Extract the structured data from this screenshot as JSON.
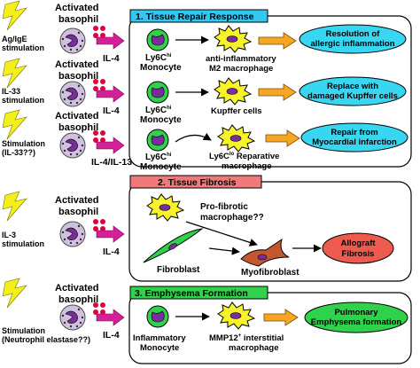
{
  "sections": [
    {
      "header": "1. Tissue Repair Response",
      "header_color": "#33c8f0",
      "rows": [
        {
          "stimulation": [
            "Ag/IgE",
            "stimulation"
          ],
          "basophil": [
            "Activated",
            "basophil"
          ],
          "cytokine": "IL-4",
          "monocyte": [
            "Ly6C",
            "hi",
            "Monocyte"
          ],
          "macrophage": [
            "anti-inflammatory",
            "M2 macrophage"
          ],
          "outcome": [
            "Resolution of",
            "allergic inflammation"
          ]
        },
        {
          "stimulation": [
            "IL-33",
            "stimulation"
          ],
          "basophil": [
            "Activated",
            "basophil"
          ],
          "cytokine": "IL-4",
          "monocyte": [
            "Ly6C",
            "hi",
            "Monocyte"
          ],
          "macrophage": [
            "Kupffer cells"
          ],
          "outcome": [
            "Replace with",
            "damaged Kupffer cells"
          ]
        },
        {
          "stimulation": [
            "Stimulation",
            "(IL-33??)"
          ],
          "basophil": [
            "Activated",
            "basophil"
          ],
          "cytokine": "IL-4/IL-13",
          "monocyte": [
            "Ly6C",
            "hi",
            "Monocyte"
          ],
          "macrophage": [
            "Ly6C",
            "lo",
            " Reparative",
            "macrophage"
          ],
          "outcome": [
            "Repair from",
            "Myocardial infarction"
          ]
        }
      ]
    },
    {
      "header": "2. Tissue Fibrosis",
      "header_color": "#f07a7a",
      "stimulation": [
        "IL-3",
        "stimulation"
      ],
      "basophil": [
        "Activated",
        "basophil"
      ],
      "cytokine": "IL-4",
      "profibrotic": [
        "Pro-fibrotic",
        "macrophage??"
      ],
      "fibroblast": "Fibroblast",
      "myofibroblast": "Myofibroblast",
      "outcome": [
        "Allograft",
        "Fibrosis"
      ],
      "outcome_color": "#ef5a4f"
    },
    {
      "header": "3. Emphysema Formation",
      "header_color": "#2fd24a",
      "stimulation": [
        "Stimulation",
        "(Neutrophil elastase??)"
      ],
      "basophil": [
        "Activated",
        "basophil"
      ],
      "cytokine": "IL-4",
      "monocyte": [
        "Inflammatory",
        "Monocyte"
      ],
      "macrophage": [
        "MMP12",
        "+",
        " interstitial",
        "macrophage"
      ],
      "outcome": [
        "Pulmonary",
        "Emphysema formation"
      ],
      "outcome_color": "#2fd24a"
    }
  ],
  "colors": {
    "outcome_cyan": "#38d6f0",
    "macrophage": "#f6f32a",
    "monocyte": "#2fd24a",
    "nucleus": "#7a2c9c",
    "basophil_cytoplasm": "#cfc3dc",
    "granule": "#e4003a",
    "lightning": "#f4ee1a",
    "orange_arrow": "#f5a623",
    "cytokine_arrow": "#d4219a",
    "fibroblast": "#2fd24a",
    "myofibroblast": "#c4572c"
  }
}
